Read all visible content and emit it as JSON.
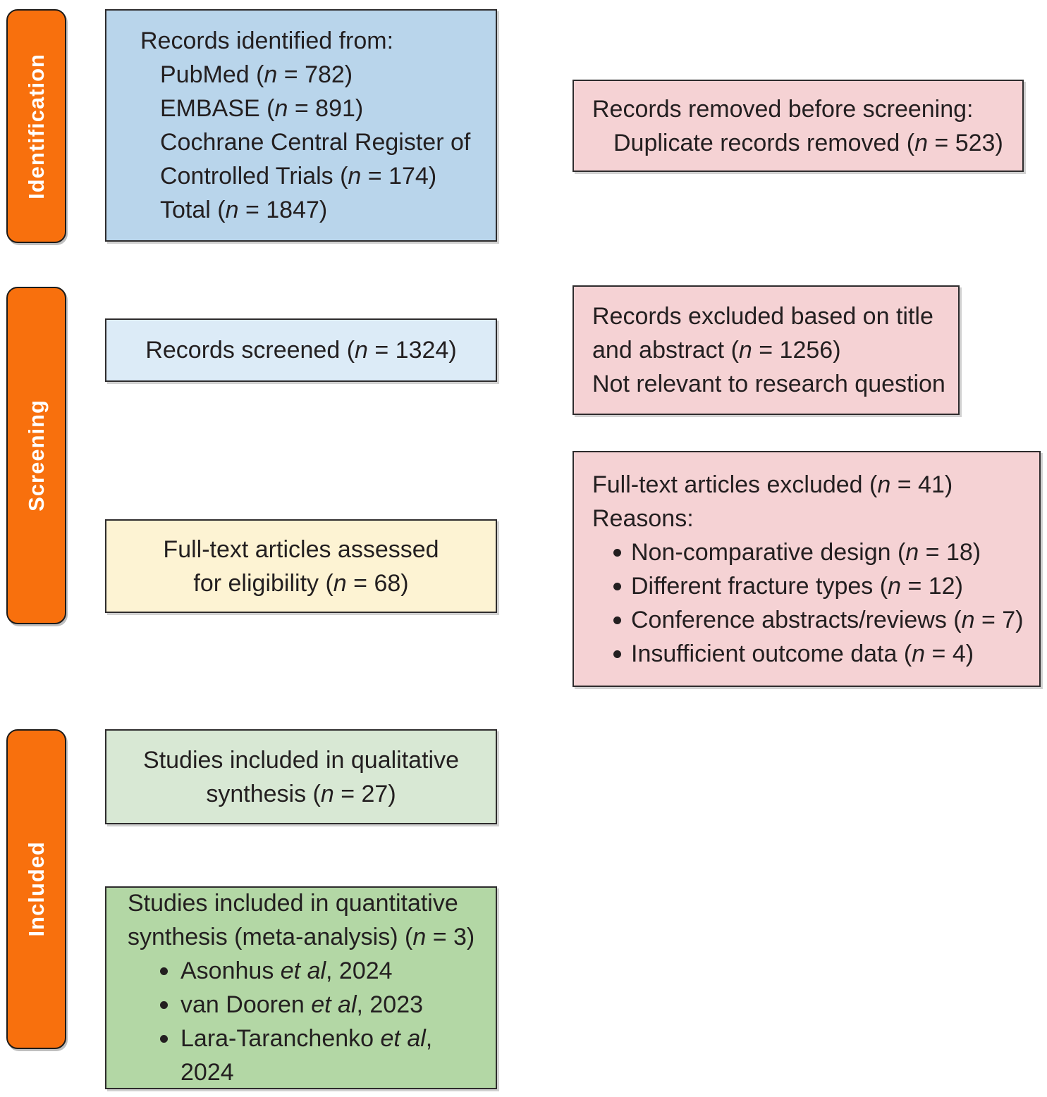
{
  "figure": {
    "kind": "PRISMA flow diagram",
    "italic_marker_note": "*text* renders italic"
  },
  "colors": {
    "stage_bar_orange": "#f8700d",
    "stage_bar_text": "#ffffff",
    "identified_blue": "#b9d5eb",
    "screened_blue": "#dcebf7",
    "excluded_pink": "#f5d2d4",
    "assessed_yellow": "#fdf3d3",
    "qualitative_green": "#d8e8d4",
    "quantitative_green": "#b3d7a5",
    "box_border": "#2e2c2d",
    "text": "#231f20"
  },
  "sidebar": {
    "identification_label": "Identification",
    "screening_label": "Screening",
    "included_label": "Included"
  },
  "boxes": {
    "identified": {
      "title": "Records identified from:",
      "items": [
        "PubMed (*n* = 782)",
        "EMBASE (*n* = 891)",
        "Cochrane Central Register of Controlled Trials (*n* = 174)",
        "Total (*n* = 1847)"
      ]
    },
    "removed_before_screening": {
      "title": "Records removed before screening:",
      "items": [
        "Duplicate records removed (*n* = 523)"
      ]
    },
    "screened": {
      "line": "Records screened (*n* = 1324)"
    },
    "excluded_title_abstract": {
      "lines": [
        "Records excluded based on title",
        "and abstract (*n* = 1256)",
        "Not relevant to research question"
      ]
    },
    "fulltext_assessed": {
      "lines": [
        "Full-text articles assessed",
        "for eligibility (*n* = 68)"
      ]
    },
    "fulltext_excluded": {
      "title": "Full-text articles excluded (*n* = 41)",
      "reasons_label": "Reasons:",
      "reasons": [
        "Non-comparative design (*n* = 18)",
        "Different fracture types (*n* = 12)",
        "Conference abstracts/reviews (*n* = 7)",
        "Insufficient outcome data (*n* = 4)"
      ]
    },
    "qualitative": {
      "lines": [
        "Studies included in qualitative",
        "synthesis (*n* = 27)"
      ]
    },
    "quantitative": {
      "lines": [
        "Studies included in quantitative",
        "synthesis (meta-analysis) (*n* = 3)"
      ],
      "studies": [
        "Asonhus *et al*, 2024",
        "van Dooren *et al*, 2023",
        "Lara-Taranchenko *et al*, 2024"
      ]
    }
  }
}
